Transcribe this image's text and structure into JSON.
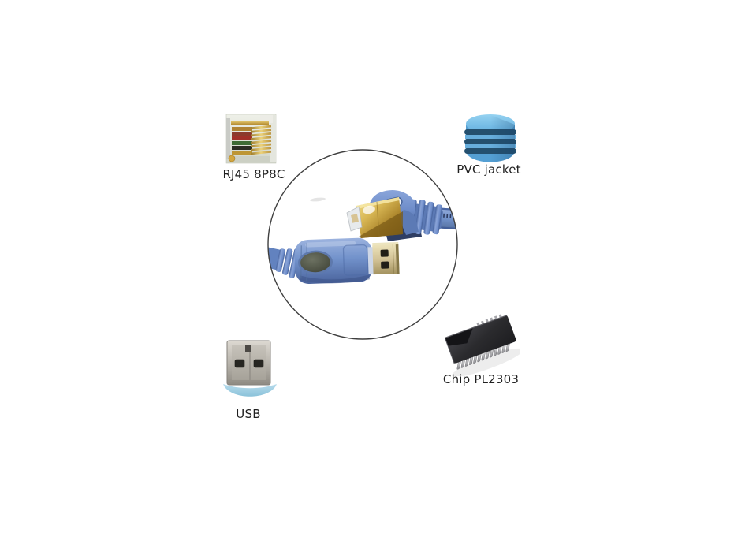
{
  "figure": {
    "labels": {
      "rj45": "RJ45 8P8C",
      "pvc": "PVC jacket",
      "usb": "USB",
      "chip": "Chip PL2303"
    },
    "colors": {
      "background": "#ffffff",
      "cable_blue": "#7292cb",
      "jacket_blue": "#5fa9d9",
      "connector_gold": "#c9a84e",
      "usb_shell_silver": "#b5b1a9",
      "chip_black": "#2b2b2e",
      "crescent_blue": "#a5d2e2",
      "circle_outline": "#3f3f3f",
      "label_text": "#1f1f1f"
    }
  }
}
